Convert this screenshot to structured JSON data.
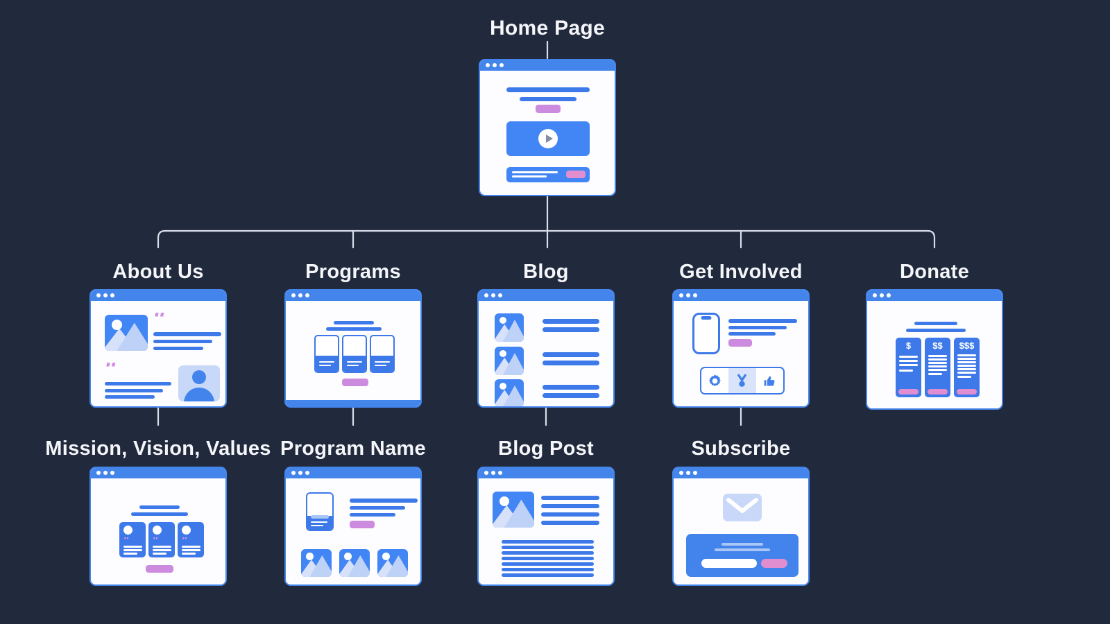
{
  "palette": {
    "background": "#212a3c",
    "window_blue": "#4485ec",
    "content_blue": "#3d79e9",
    "image_blue": "#4285f4",
    "light_blue": "#c7d8f8",
    "accent_purple": "#cd8be0",
    "accent_pink": "#e08ecf",
    "connector_line": "#d9deeb",
    "label_text": "#f5f6fa"
  },
  "sitemap": {
    "root": {
      "label": "Home Page"
    },
    "level1": [
      {
        "label": "About Us"
      },
      {
        "label": "Programs"
      },
      {
        "label": "Blog"
      },
      {
        "label": "Get Involved"
      },
      {
        "label": "Donate",
        "tiers": [
          "$",
          "$$",
          "$$$"
        ]
      }
    ],
    "level2": [
      {
        "label": "Mission, Vision, Values",
        "parent": "About Us"
      },
      {
        "label": "Program Name",
        "parent": "Programs"
      },
      {
        "label": "Blog Post",
        "parent": "Blog"
      },
      {
        "label": "Subscribe",
        "parent": "Get Involved"
      }
    ]
  },
  "diagram": {
    "type": "sitemap-tree",
    "edges": [
      [
        "Home Page",
        "About Us"
      ],
      [
        "Home Page",
        "Programs"
      ],
      [
        "Home Page",
        "Blog"
      ],
      [
        "Home Page",
        "Get Involved"
      ],
      [
        "Home Page",
        "Donate"
      ],
      [
        "About Us",
        "Mission, Vision, Values"
      ],
      [
        "Programs",
        "Program Name"
      ],
      [
        "Blog",
        "Blog Post"
      ],
      [
        "Get Involved",
        "Subscribe"
      ]
    ]
  }
}
